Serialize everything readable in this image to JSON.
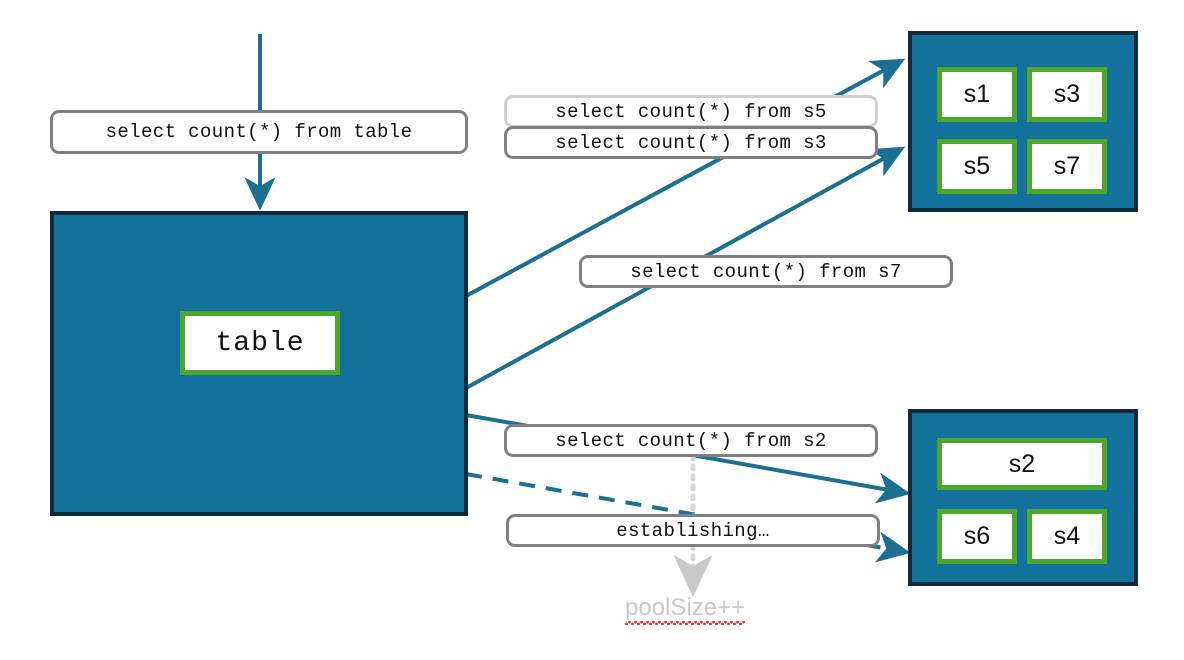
{
  "colors": {
    "pool_fill": "#13729b",
    "pool_border": "#102a3a",
    "node_border": "#4ca72c",
    "node_fill": "#ffffff",
    "arrow": "#1a6f92",
    "pill_border": "#808080",
    "pill_border_faint": "#d0d0d0",
    "annotation_text": "#c9c9c9",
    "spellcheck_underline": "#ff2a2a"
  },
  "labels": {
    "query_table": "select count(*) from table",
    "query_s5": "select count(*) from s5",
    "query_s3": "select count(*) from s3",
    "query_s7": "select count(*) from s7",
    "query_s2": "select count(*) from s2",
    "establishing": "establishing…",
    "pool_size": "poolSize++"
  },
  "client": {
    "table_node": "table"
  },
  "pool_top": {
    "servers": [
      "s1",
      "s3",
      "s5",
      "s7"
    ]
  },
  "pool_bottom": {
    "servers": [
      "s2",
      "s6",
      "s4"
    ]
  }
}
